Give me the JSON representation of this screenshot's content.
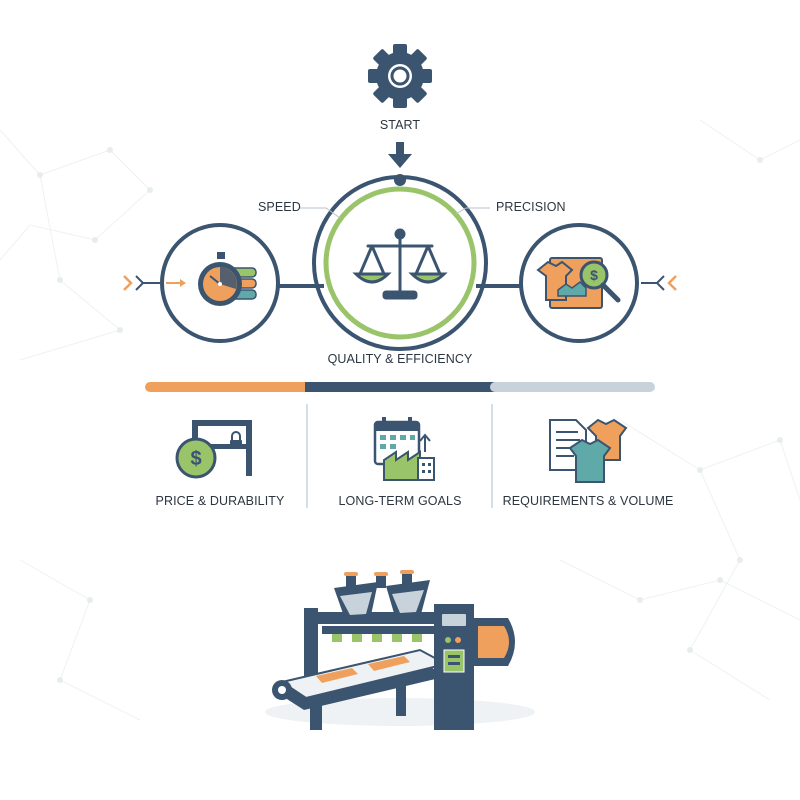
{
  "labels": {
    "start": "START",
    "speed": "SPEED",
    "precision": "PRECISION",
    "center": "QUALITY & EFFICIENCY"
  },
  "factors": [
    {
      "label": "PRICE & DURABILITY",
      "icon": "dollar-rack-icon"
    },
    {
      "label": "LONG-TERM GOALS",
      "icon": "calendar-factory-icon"
    },
    {
      "label": "REQUIREMENTS & VOLUME",
      "icon": "document-shirts-icon"
    }
  ],
  "colors": {
    "navy": "#3b5470",
    "green": "#9ac46a",
    "orange": "#f0a05d",
    "teal": "#5fa9a8",
    "light_gray": "#c8d2da"
  }
}
